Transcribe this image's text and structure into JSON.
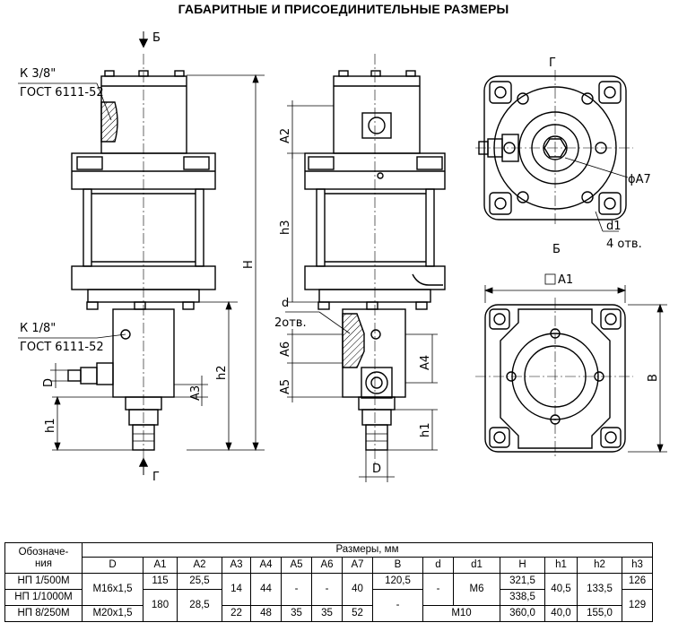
{
  "title": "ГАБАРИТНЫЕ И ПРИСОЕДИНИТЕЛЬНЫЕ РАЗМЕРЫ",
  "drawing_labels": {
    "section_b_top": "Б",
    "section_g_bottom": "Г",
    "thread_top_1": "К 3/8\"",
    "thread_top_2": "ГОСТ 6111-52",
    "thread_bot_1": "К 1/8\"",
    "thread_bot_2": "ГОСТ 6111-52",
    "dim_H": "H",
    "dim_h2": "h2",
    "dim_h1": "h1",
    "dim_D_left": "D",
    "dim_A3": "A3",
    "dim_A2": "A2",
    "dim_h3": "h3",
    "dim_d": "d",
    "dim_2otv": "2отв.",
    "dim_A6": "A6",
    "dim_A5": "A5",
    "dim_A4": "A4",
    "dim_D_mid": "D",
    "view_g_label": "Г",
    "dim_phiA7": "ϕA7",
    "dim_d1": "d1",
    "dim_4otv": "4 отв.",
    "view_b_label": "Б",
    "dim_A1": "A1",
    "dim_B": "B"
  },
  "table": {
    "col_designation": "Обозначе-ния",
    "group_header": "Размеры, мм",
    "columns": [
      "D",
      "A1",
      "A2",
      "A3",
      "A4",
      "A5",
      "A6",
      "A7",
      "B",
      "d",
      "d1",
      "H",
      "h1",
      "h2",
      "h3"
    ],
    "rows": [
      {
        "name": "НП 1/500М"
      },
      {
        "name": "НП 1/1000М"
      },
      {
        "name": "НП 8/250М"
      }
    ],
    "cells": {
      "D_12": "M16x1,5",
      "D_3": "M20x1,5",
      "A1_1": "115",
      "A1_23": "180",
      "A2_1": "25,5",
      "A2_23": "28,5",
      "A3_12": "14",
      "A3_3": "22",
      "A4_12": "44",
      "A4_3": "48",
      "A5_12": "-",
      "A5_3": "35",
      "A6_12": "-",
      "A6_3": "35",
      "A7_12": "40",
      "A7_3": "52",
      "B_1": "120,5",
      "B_23": "-",
      "d_12": "-",
      "d1_12": "M6",
      "dd1_3": "M10",
      "H_1": "321,5",
      "H_2": "338,5",
      "H_3": "360,0",
      "h1_12": "40,5",
      "h1_3": "40,0",
      "h2_12": "133,5",
      "h2_3": "155,0",
      "h3_1": "126",
      "h3_23": "129"
    }
  }
}
